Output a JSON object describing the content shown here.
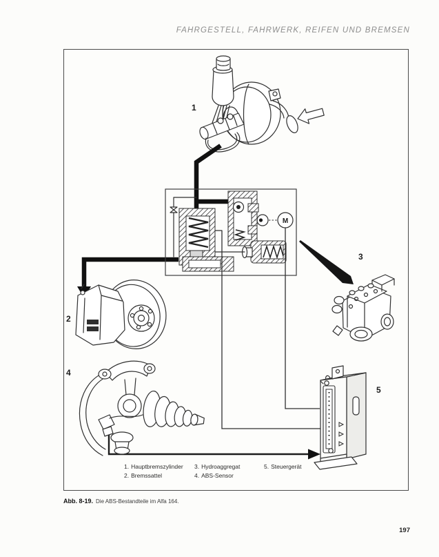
{
  "page": {
    "header": "FAHRGESTELL, FAHRWERK, REIFEN UND BREMSEN",
    "page_number": "197",
    "caption": {
      "figure_ref": "Abb. 8-19.",
      "text": "Die ABS-Bestandteile im Alfa 164."
    }
  },
  "figure": {
    "markers": [
      "1",
      "2",
      "3",
      "4",
      "5"
    ],
    "motor_label": "M",
    "legend": [
      {
        "number": "1.",
        "label": "Hauptbremszylinder"
      },
      {
        "number": "2.",
        "label": "Bremssattel"
      },
      {
        "number": "3.",
        "label": "Hydroaggregat"
      },
      {
        "number": "4.",
        "label": "ABS-Sensor"
      },
      {
        "number": "5.",
        "label": "Steuergerät"
      }
    ]
  },
  "colors": {
    "line_art": "#2f2f2f",
    "brake_line": "#111111",
    "header_gray": "#8d8d8d",
    "frame_border": "#4a4a4a"
  }
}
